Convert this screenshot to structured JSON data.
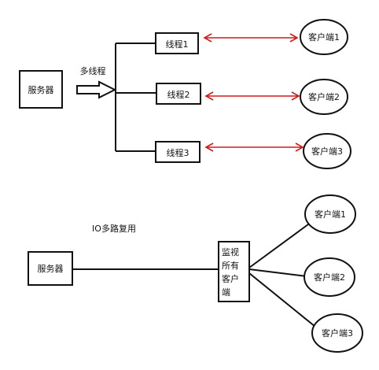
{
  "top": {
    "server_label": "服务器",
    "arrow_label": "多线程",
    "threads": [
      "线程1",
      "线程2",
      "线程3"
    ],
    "clients": [
      "客户端1",
      "客户端2",
      "客户端3"
    ],
    "link_color": "#d11a1a"
  },
  "bottom": {
    "section_label": "IO多路复用",
    "server_label": "服务器",
    "monitor_lines": [
      "监视",
      "所有",
      "客户",
      "端"
    ],
    "clients": [
      "客户端1",
      "客户端2",
      "客户端3"
    ]
  }
}
